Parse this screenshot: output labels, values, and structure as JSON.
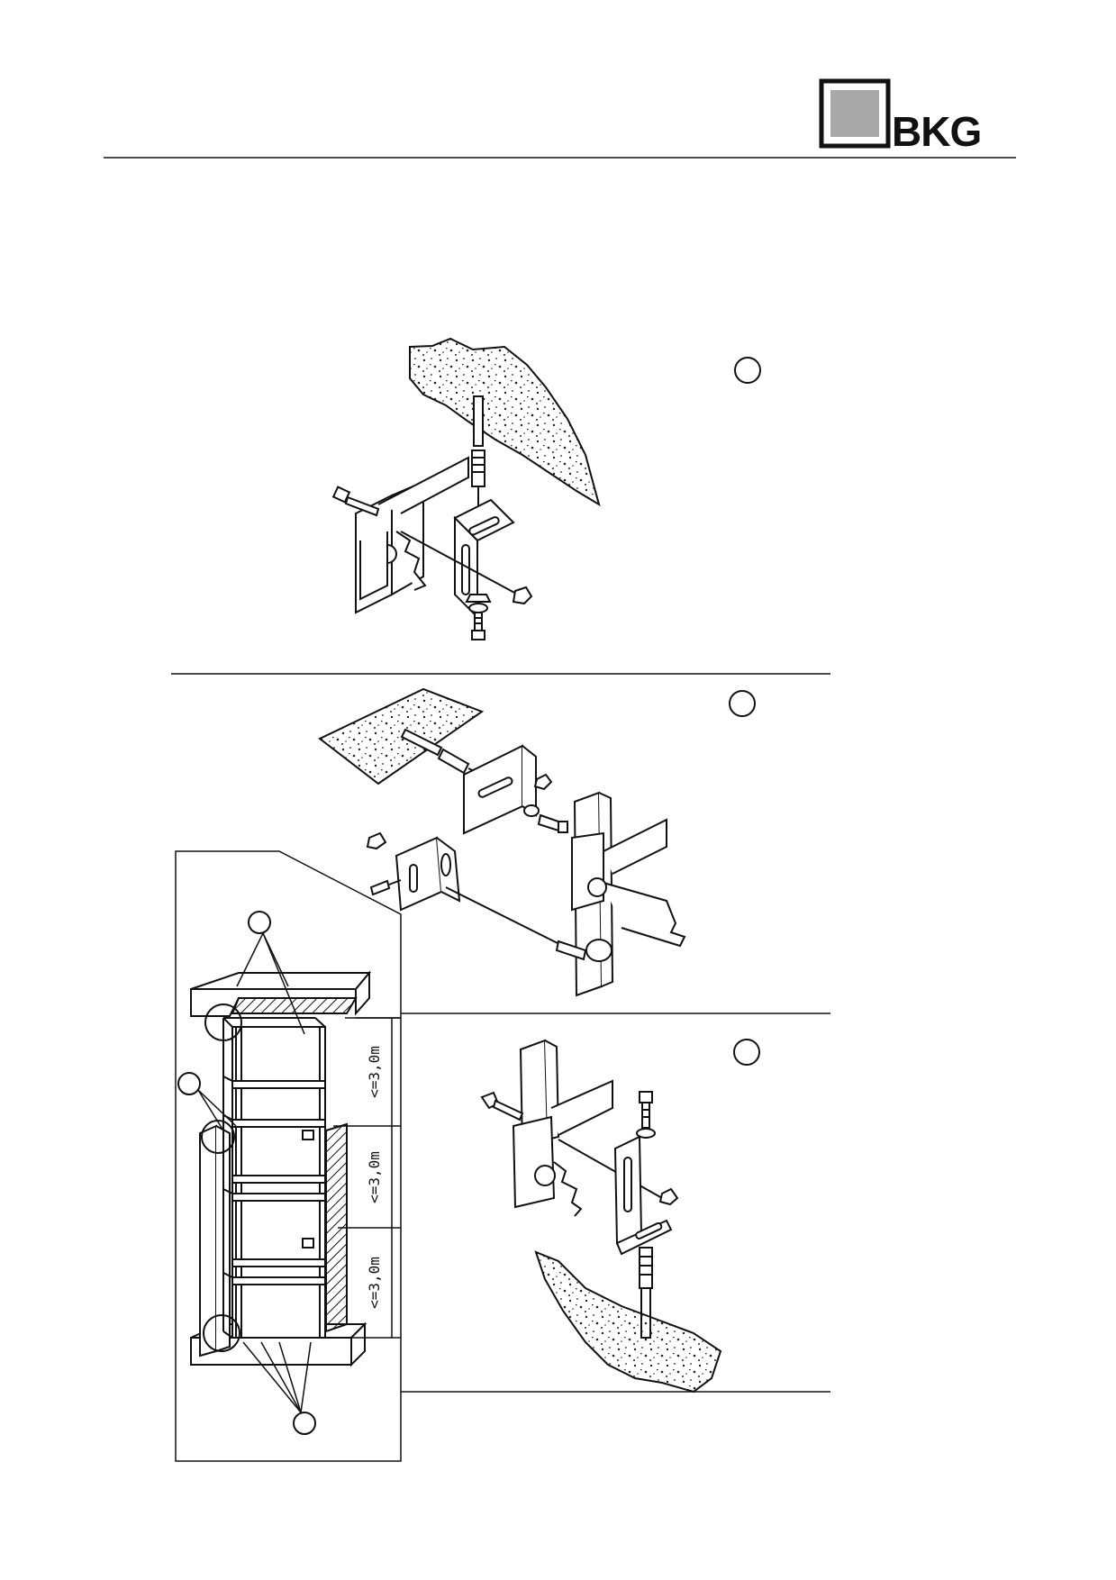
{
  "header": {
    "logo_text": "BKG",
    "logo_square_fill": "#a8a8a8"
  },
  "dimensions": {
    "spacing_top": "<=3,0m",
    "spacing_middle": "<=3,0m",
    "spacing_bottom": "<=3,0m"
  },
  "callouts": {
    "panel_1": "",
    "panel_2": "",
    "panel_3": "",
    "rack_top": "",
    "rack_middle": "",
    "rack_bottom": ""
  },
  "colors": {
    "line": "#111111",
    "concrete_dot": "#222222",
    "background": "#ffffff"
  }
}
